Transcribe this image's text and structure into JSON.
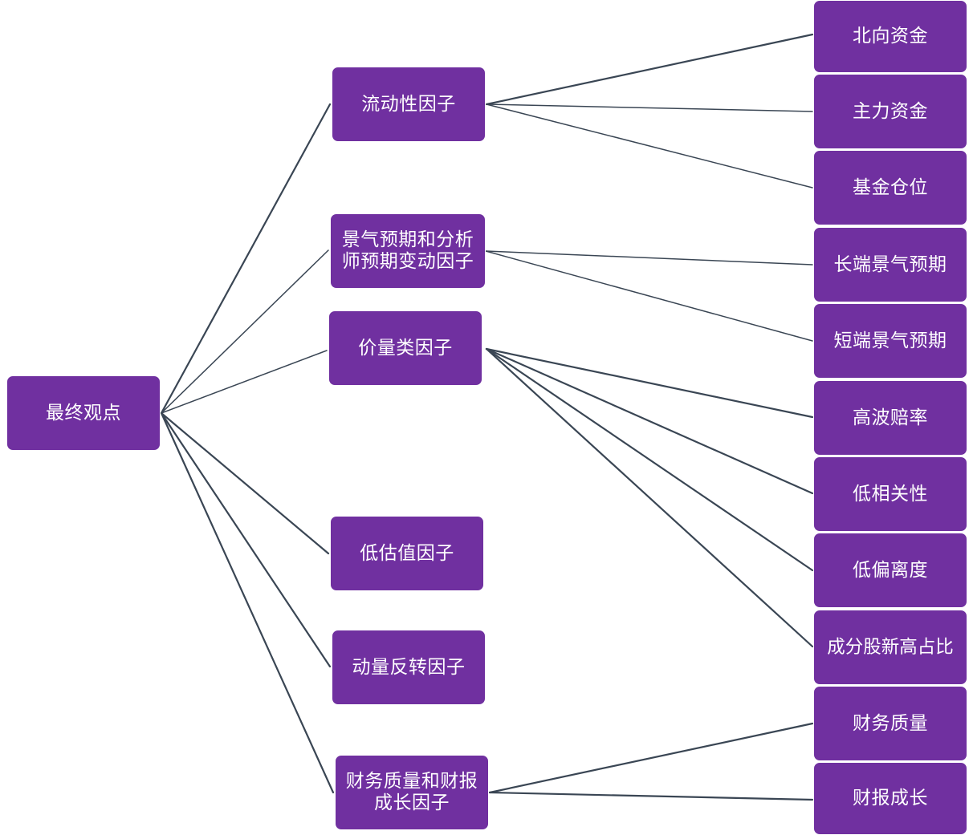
{
  "colors": {
    "node_fill": "#7030a0",
    "node_border": "#ffffff",
    "text": "#ffffff",
    "connector": "#3a4654",
    "background": "#ffffff"
  },
  "tree": {
    "root": {
      "label": "最终观点"
    },
    "factors": [
      {
        "id": "liquidity",
        "label": "流动性因子",
        "children": [
          "北向资金",
          "主力资金",
          "基金仓位"
        ]
      },
      {
        "id": "prosperity",
        "label": "景气预期和分析\n师预期变动因子",
        "children": [
          "长端景气预期",
          "短端景气预期"
        ]
      },
      {
        "id": "price-volume",
        "label": "价量类因子",
        "children": [
          "高波赔率",
          "低相关性",
          "低偏离度",
          "成分股新高占比"
        ]
      },
      {
        "id": "valuation",
        "label": "低估值因子",
        "children": []
      },
      {
        "id": "momentum",
        "label": "动量反转因子",
        "children": []
      },
      {
        "id": "financial",
        "label": "财务质量和财报\n成长因子",
        "children": [
          "财务质量",
          "财报成长"
        ]
      }
    ]
  }
}
